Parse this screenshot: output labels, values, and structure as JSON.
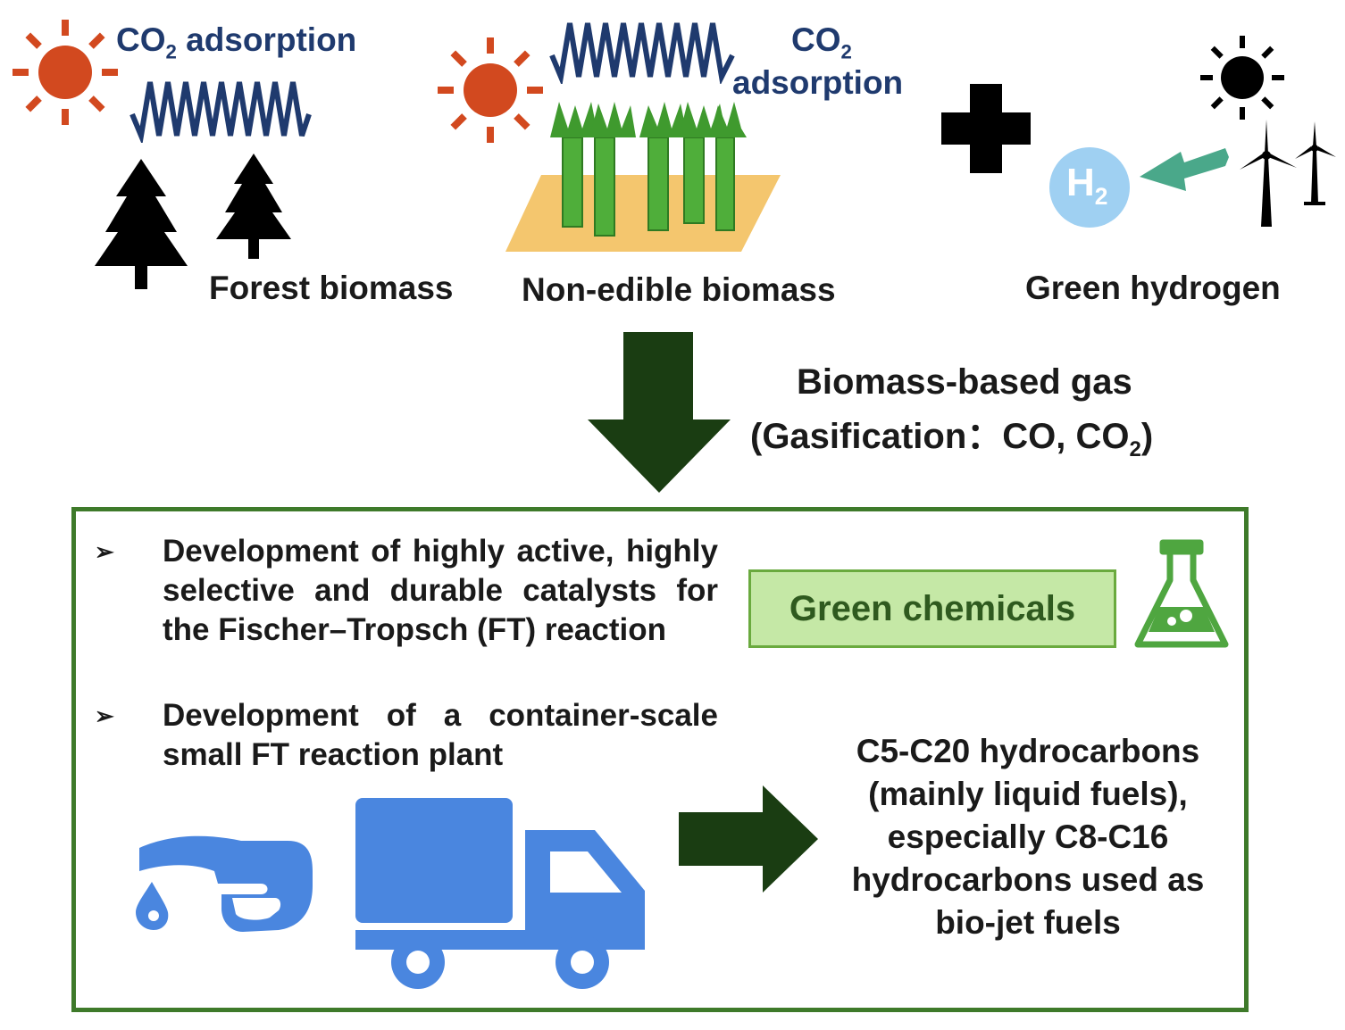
{
  "top": {
    "forest": {
      "co2_prefix": "CO",
      "co2_sub": "2",
      "co2_suffix": " adsorption",
      "label": "Forest biomass"
    },
    "nonedible": {
      "co2_prefix": "CO",
      "co2_sub": "2",
      "co2_line2": "adsorption",
      "label": "Non-edible biomass"
    },
    "hydrogen": {
      "h2_letter": "H",
      "h2_sub": "2",
      "label": "Green hydrogen"
    }
  },
  "gas": {
    "line1": "Biomass-based gas",
    "line2_prefix": "(Gasification：CO, CO",
    "line2_sub": "2",
    "line2_suffix": ")"
  },
  "panel": {
    "bullets": [
      {
        "marker": "➢",
        "text": "Development of highly active, highly selective and durable catalysts for the Fischer–Tropsch (FT) reaction"
      },
      {
        "marker": "➢",
        "text": "Development of a container-scale small FT reaction plant"
      }
    ],
    "green_chemicals": "Green chemicals",
    "result": "C5-C20 hydrocarbons (mainly liquid fuels), especially C8-C16 hydrocarbons used as bio-jet fuels"
  },
  "colors": {
    "sun": "#d2491f",
    "co2_arrows": "#1f3a6e",
    "dark_arrow": "#1a3d12",
    "panel_border": "#3e7a2a",
    "green_box": "#c5e8a6",
    "blue_icons": "#4a86df",
    "h2_circle": "#9fd0f2",
    "h2_arrow": "#4aa88a"
  },
  "icons": [
    "sun-icon",
    "co2-absorption-arrows-icon",
    "tree-icon",
    "grass-field-icon",
    "plus-icon",
    "h2-icon",
    "wind-turbine-icon",
    "flask-icon",
    "fuel-nozzle-icon",
    "truck-icon",
    "arrow-down-icon",
    "arrow-right-icon"
  ]
}
